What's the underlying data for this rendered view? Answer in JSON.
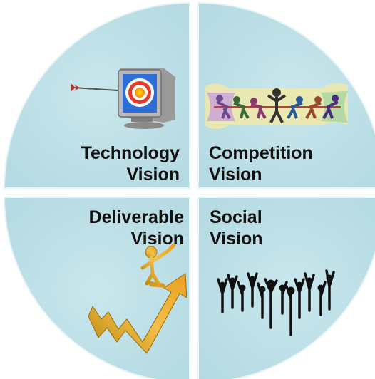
{
  "colors": {
    "quadrant_fill": "#bfe1e8",
    "quadrant_edge": "#e8f5f8",
    "gap": "#ffffff",
    "text": "#111111"
  },
  "quadrants": {
    "top_left": {
      "line1": "Technology",
      "line2": "Vision",
      "icon": "monitor-target-arrow-icon"
    },
    "top_right": {
      "line1": "Competition",
      "line2": "Vision",
      "icon": "tug-of-war-icon"
    },
    "bottom_left": {
      "line1": "Deliverable",
      "line2": "Vision",
      "icon": "rising-arrow-figure-icon"
    },
    "bottom_right": {
      "line1": "Social",
      "line2": "Vision",
      "icon": "crowd-silhouettes-icon"
    }
  }
}
